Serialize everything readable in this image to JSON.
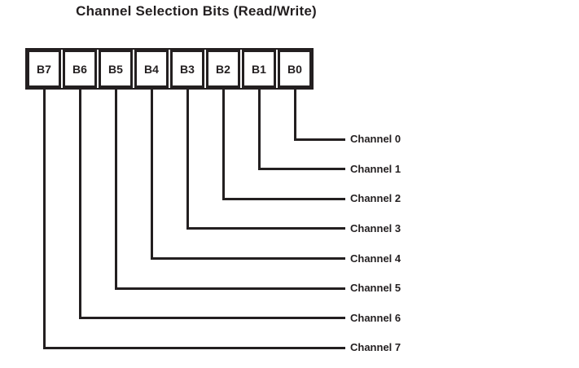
{
  "title": "Channel Selection Bits (Read/Write)",
  "register": {
    "bits": [
      "B7",
      "B6",
      "B5",
      "B4",
      "B3",
      "B2",
      "B1",
      "B0"
    ]
  },
  "channels": [
    {
      "bit": "B0",
      "label": "Channel 0"
    },
    {
      "bit": "B1",
      "label": "Channel 1"
    },
    {
      "bit": "B2",
      "label": "Channel 2"
    },
    {
      "bit": "B3",
      "label": "Channel 3"
    },
    {
      "bit": "B4",
      "label": "Channel 4"
    },
    {
      "bit": "B5",
      "label": "Channel 5"
    },
    {
      "bit": "B6",
      "label": "Channel 6"
    },
    {
      "bit": "B7",
      "label": "Channel 7"
    }
  ],
  "colors": {
    "line": "#231f20",
    "text": "#231f20",
    "background": "#ffffff"
  }
}
